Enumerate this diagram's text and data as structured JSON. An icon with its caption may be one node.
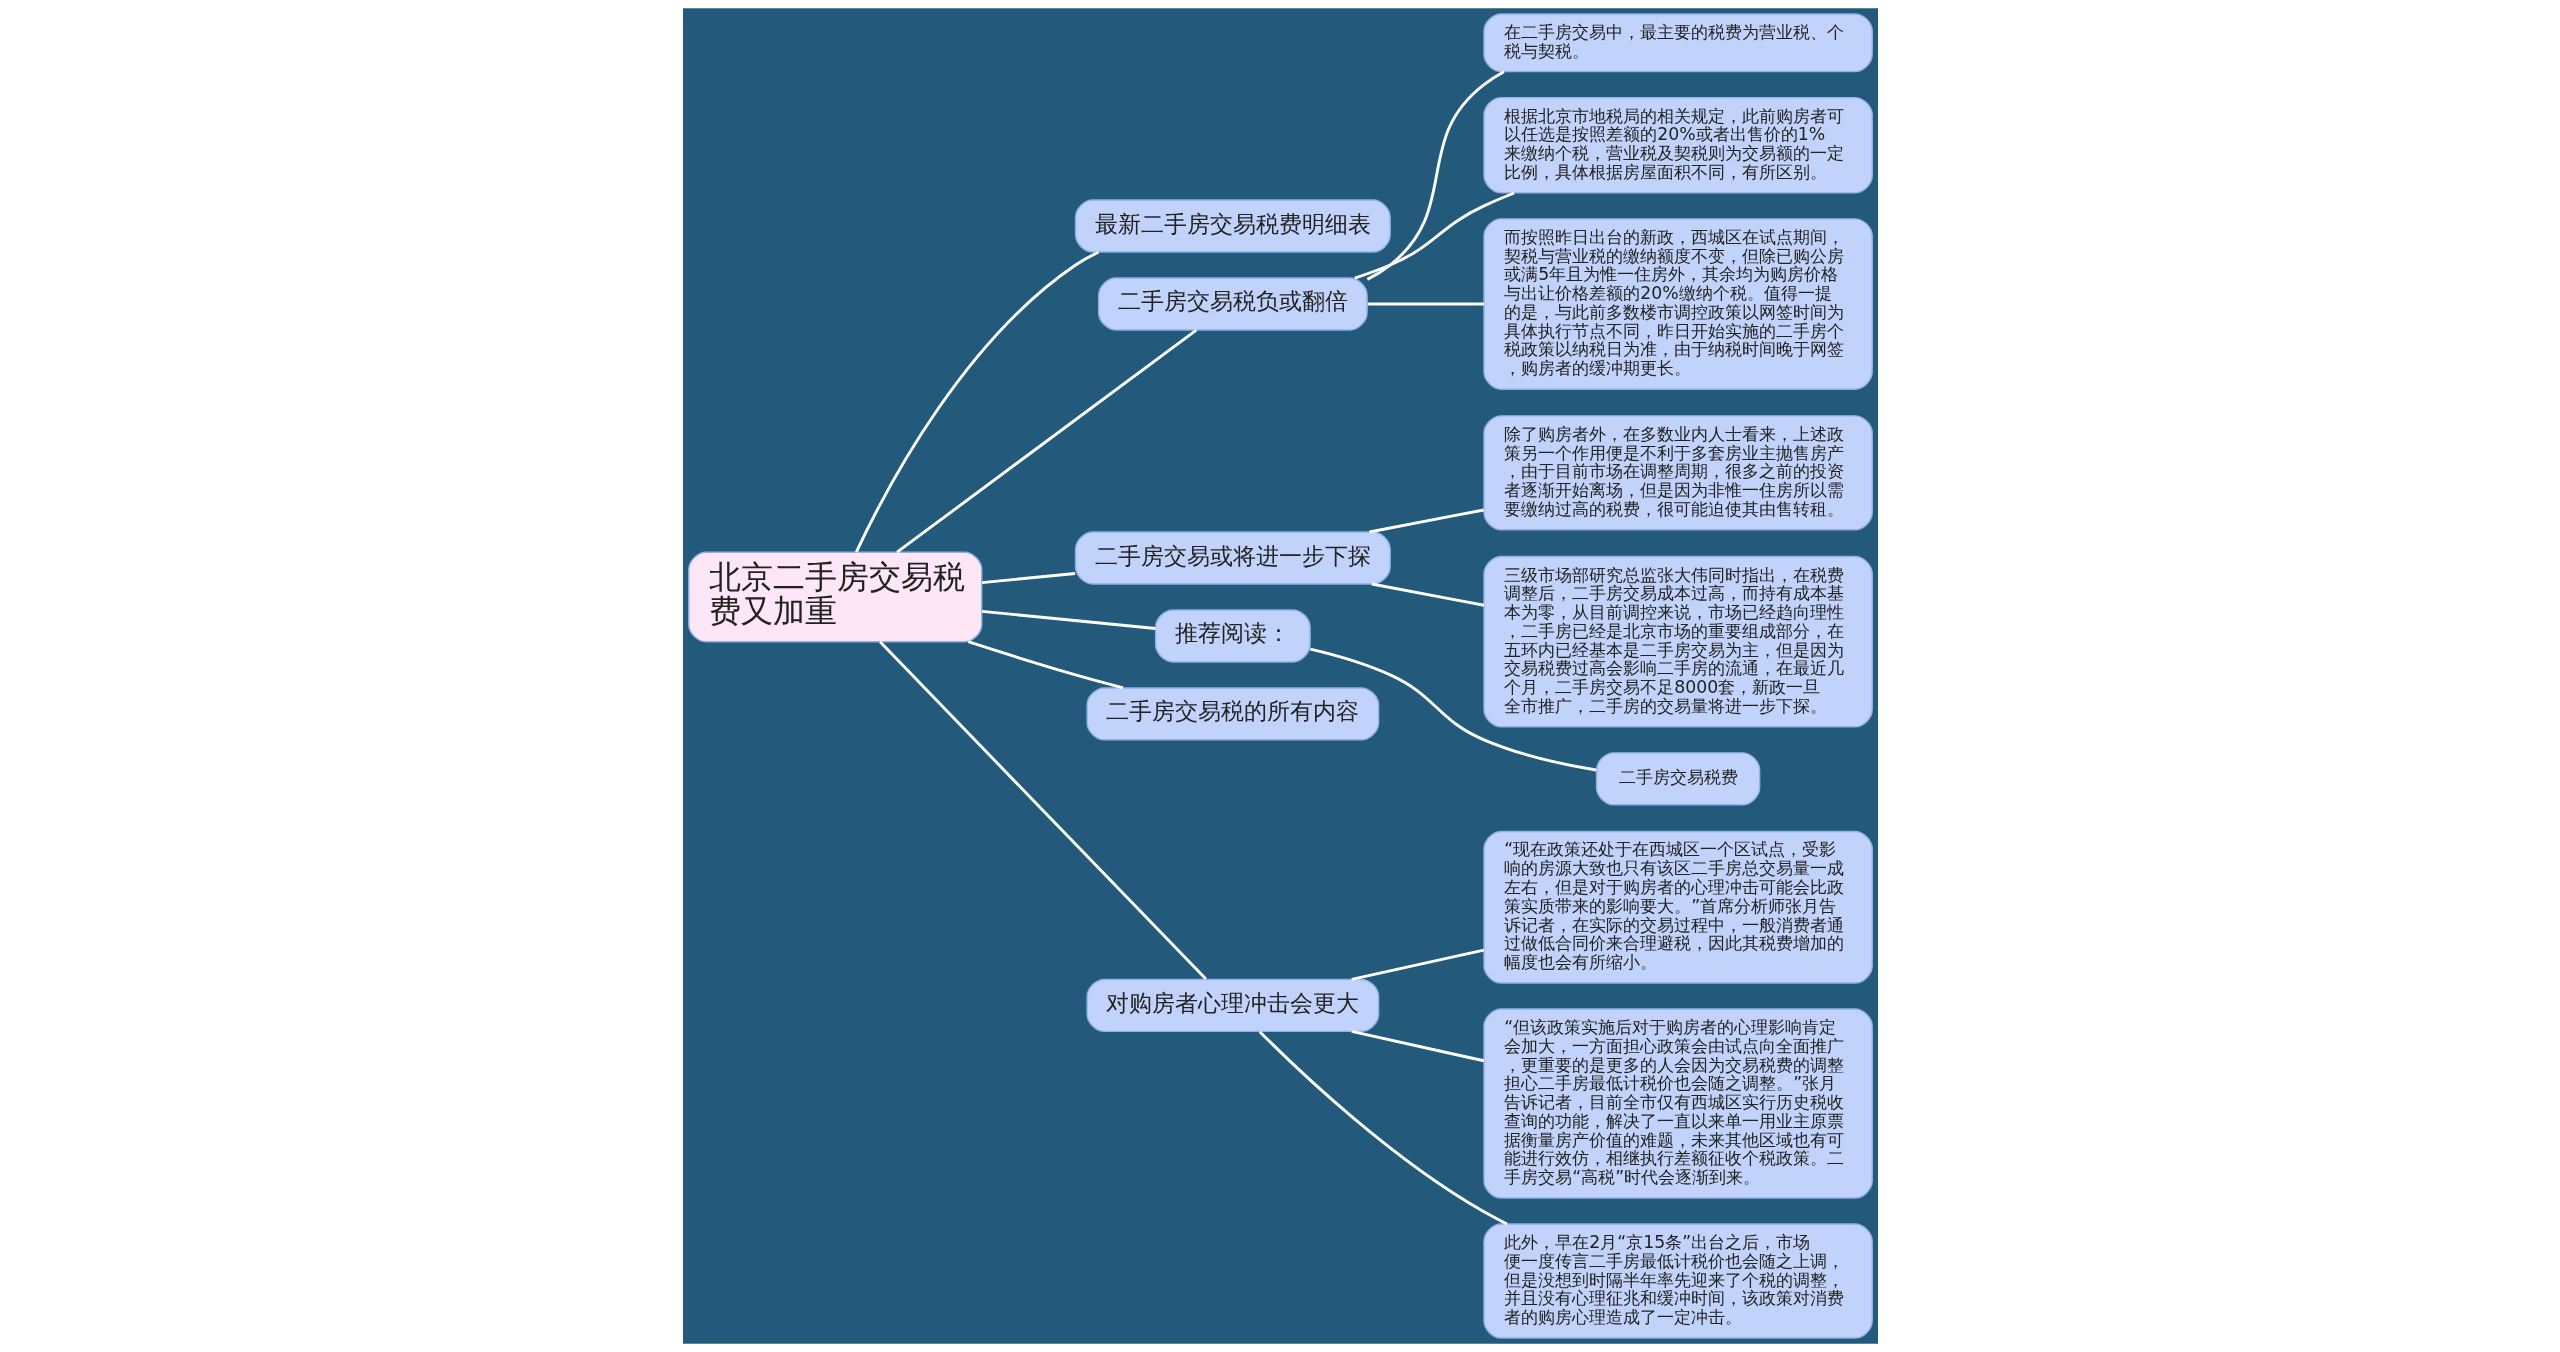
{
  "diagram": {
    "nodes": [
      {
        "text": [
          "北京二手房交易税费又加重"
        ]
      },
      {
        "text": [
          "最新二手房交易税费明细表"
        ]
      },
      {
        "text": [
          "二手房交易税负或翻倍"
        ]
      },
      {
        "text": [
          "在二手房交易中，最主要的税费为营业税、个税与契税。"
        ]
      },
      {
        "text": [
          "根据北京市地税局的相关规定，此前购房者可以任选是按照差额的20%或者出售价的1%来缴纳个税，营业税及契税则为交易额的一定比例，具体根据房屋面积不同，有所区别。"
        ]
      },
      {
        "text": [
          "而按照昨日出台的新政，西城区在试点期间，契税与营业税的缴纳额度不变，但除已购公房或满5年且为惟一住房外，其余均为购房价格与出让价格差额的20%缴纳个税。值得一提的是，与此前多数楼市调控政策以网签时间为具体执行节点不同，昨日开始实施的二手房个税政策以纳税日为准，由于纳税时间晚于网签，购房者的缓冲期更长。"
        ]
      },
      {
        "text": [
          "二手房交易或将进一步下探"
        ]
      },
      {
        "text": [
          "除了购房者外，在多数业内人士看来，上述政策另一个作用便是不利于多套房业主抛售房产，由于目前市场在调整周期，很多之前的投资者逐渐开始离场，但是因为非惟一住房所以需要缴纳过高的税费，很可能迫使其由售转租。"
        ]
      },
      {
        "text": [
          "三级市场部研究总监张大伟同时指出，在税费调整后，二手房交易成本过高，而持有成本基本为零，从目前调控来说，市场已经趋向理性，二手房已经是北京市场的重要组成部分，在五环内已经基本是二手房交易为主，但是因为交易税费过高会影响二手房的流通，在最近几个月，二手房交易不足8000套，新政一旦全市推广，二手房的交易量将进一步下探。"
        ]
      },
      {
        "text": [
          "推荐阅读："
        ]
      },
      {
        "text": [
          "二手房交易税费"
        ]
      },
      {
        "text": [
          "二手房交易税的所有内容"
        ]
      },
      {
        "text": [
          "对购房者心理冲击会更大"
        ]
      },
      {
        "text": [
          "“现在政策还处于在西城区一个区试点，受影响的房源大致也只有该区二手房总交易量一成左右，但是对于购房者的心理冲击可能会比政策实质带来的影响要大。”首席分析师张月告诉记者，在实际的交易过程中，一般消费者通过做低合同价来合理避税，因此其税费增加的幅度也会有所缩小。"
        ]
      },
      {
        "text": [
          "“但该政策实施后对于购房者的心理影响肯定会加大，一方面担心政策会由试点向全面推广，更重要的是更多的人会因为交易税费的调整担心二手房最低计税价也会随之调整。”张月告诉记者，目前全市仅有西城区实行历史税收查询的功能，解决了一直以来单一用业主原票据衡量房产价值的难题，未来其他区域也有可能进行效仿，相继执行差额征收个税政策。二手房交易“高税”时代会逐渐到来。"
        ]
      },
      {
        "text": [
          "此外，早在2月“京15条”出台之后，市场便一度传言二手房最低计税价也会随之上调，但是没想到时隔半年率先迎来了个税的调整，并且没有心理征兆和缓冲时间，该政策对消费者的购房心理造成了一定冲击。"
        ]
      }
    ],
    "edges": [
      {
        "from": 0,
        "to": 1,
        "arrow": "none"
      },
      {
        "from": 0,
        "to": 2,
        "arrow": "none"
      },
      {
        "from": 2,
        "to": 3,
        "arrow": "none"
      },
      {
        "from": 2,
        "to": 4,
        "arrow": "none"
      },
      {
        "from": 2,
        "to": 5,
        "arrow": "none"
      },
      {
        "from": 0,
        "to": 6,
        "arrow": "none"
      },
      {
        "from": 6,
        "to": 7,
        "arrow": "none"
      },
      {
        "from": 6,
        "to": 8,
        "arrow": "none"
      },
      {
        "from": 0,
        "to": 9,
        "arrow": "none"
      },
      {
        "from": 9,
        "to": 10,
        "arrow": "none"
      },
      {
        "from": 0,
        "to": 11,
        "arrow": "none"
      },
      {
        "from": 0,
        "to": 12,
        "arrow": "none"
      },
      {
        "from": 12,
        "to": 13,
        "arrow": "none"
      },
      {
        "from": 12,
        "to": 14,
        "arrow": "none"
      },
      {
        "from": 12,
        "to": 15,
        "arrow": "none"
      }
    ]
  }
}
